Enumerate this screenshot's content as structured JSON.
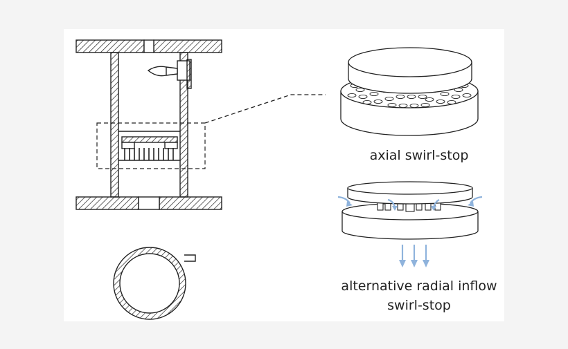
{
  "captions": {
    "axial": "axial swirl-stop",
    "radial_line1": "alternative radial inflow",
    "radial_line2": "swirl-stop"
  },
  "colors": {
    "background": "#f4f4f4",
    "panel": "#ffffff",
    "lines": "#222222",
    "flow_arrows": "#8fb3dc"
  },
  "icons": {
    "flow_arrow": "down-arrow-icon",
    "nozzle": "nozzle-icon"
  }
}
